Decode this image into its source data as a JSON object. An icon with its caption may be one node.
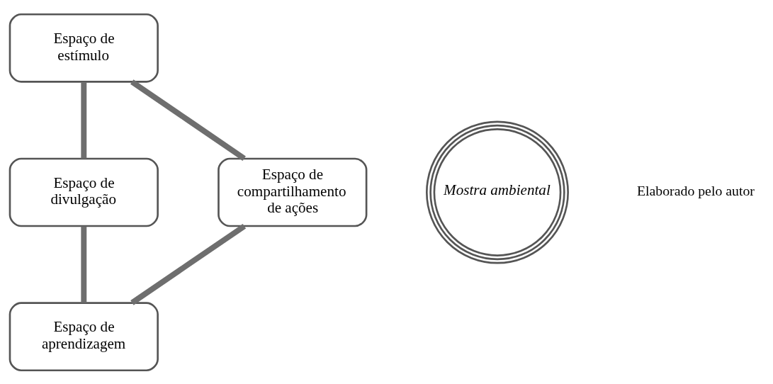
{
  "diagram": {
    "nodes": [
      {
        "text": [
          "Espaço de estímulo"
        ]
      },
      {
        "text": [
          "Espaço de compartilhamento de ações"
        ]
      },
      {
        "text": [
          "Mostra ambiental"
        ]
      },
      {
        "text": [
          "Espaço de divulgação"
        ]
      },
      {
        "text": [
          "Espaço de aprendizagem"
        ]
      }
    ],
    "edges": [
      {
        "from": 0,
        "to": 3,
        "arrow": "none"
      },
      {
        "from": 3,
        "to": 4,
        "arrow": "none"
      },
      {
        "from": 4,
        "to": 1,
        "arrow": "none"
      },
      {
        "from": 1,
        "to": 0,
        "arrow": "none"
      }
    ],
    "labels": [
      "Elaborado pelo autor"
    ]
  }
}
